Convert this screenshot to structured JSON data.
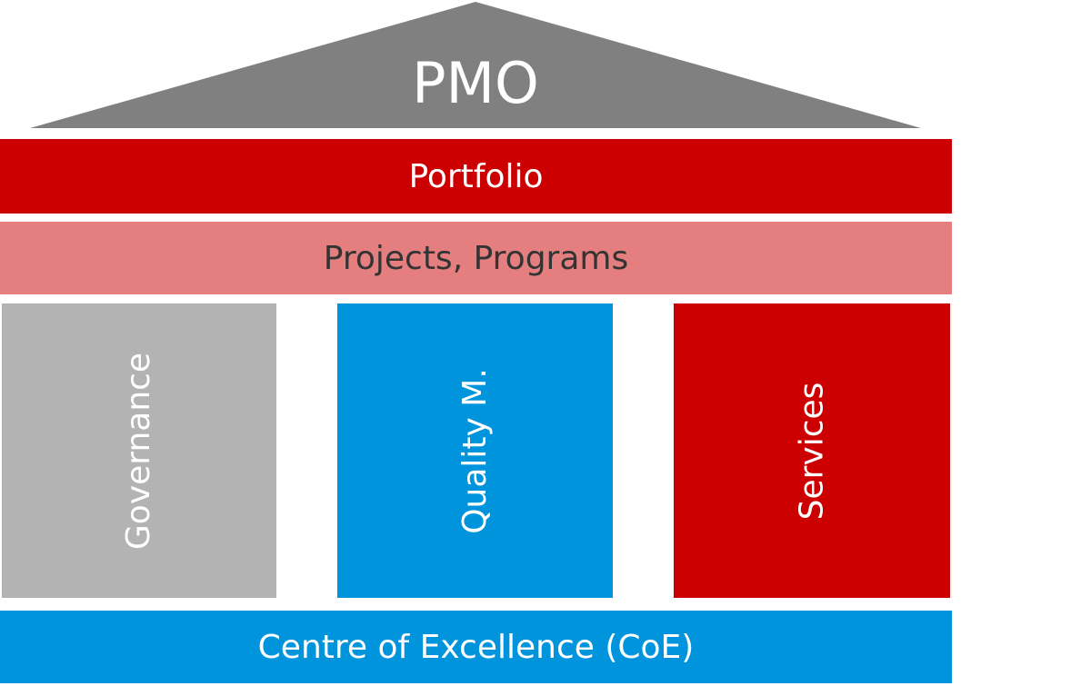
{
  "roof": {
    "label": "PMO",
    "color": "#808080"
  },
  "bands": {
    "portfolio": {
      "label": "Portfolio",
      "color": "#cc0000",
      "text_color": "#ffffff"
    },
    "projects": {
      "label": "Projects, Programs",
      "color": "#e57f7f",
      "text_color": "#333333"
    },
    "coe": {
      "label": "Centre of Excellence (CoE)",
      "color": "#0094dd",
      "text_color": "#ffffff"
    }
  },
  "pillars": [
    {
      "label": "Governance",
      "color": "#b3b3b3"
    },
    {
      "label": "Quality M.",
      "color": "#0094dd"
    },
    {
      "label": "Services",
      "color": "#cc0000"
    }
  ]
}
